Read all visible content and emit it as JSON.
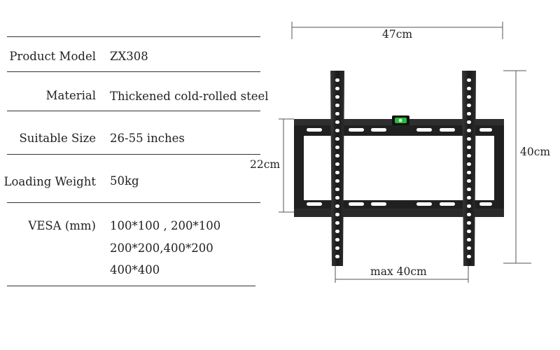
{
  "specs": [
    {
      "label": "Product Model",
      "value": "ZX308"
    },
    {
      "label": "Material",
      "value": "Thickened cold-rolled steel"
    },
    {
      "label": "Suitable Size",
      "value": "26-55 inches"
    },
    {
      "label": "Loading Weight",
      "value": "50kg"
    },
    {
      "label": "VESA (mm)",
      "values": [
        "100*100 , 200*100",
        "200*200,400*200",
        "400*400"
      ]
    }
  ],
  "dimensions": {
    "width": "47cm",
    "frame_height": "22cm",
    "total_height": "40cm",
    "rail_spacing": "max 40cm"
  },
  "colors": {
    "bracket": "#1e1e1e",
    "slot": "#ffffff",
    "level_bubble": "#2db83d",
    "dimension_line": "#555555"
  },
  "icons": [
    "tv-wall-mount-bracket",
    "bubble-level"
  ]
}
